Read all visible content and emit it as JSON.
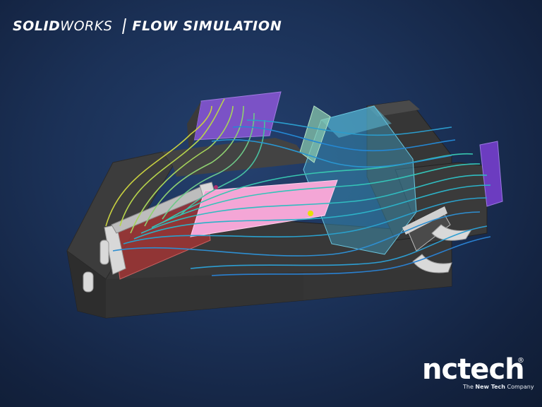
{
  "header": {
    "brand_bold": "SOLID",
    "brand_light": "WORKS",
    "product": "FLOW SIMULATION"
  },
  "logo": {
    "name": "nctech",
    "registered": "®",
    "tagline_pre": "The ",
    "tagline_bold": "New Tech",
    "tagline_post": " Company"
  },
  "colors": {
    "background": "#1b3157",
    "body_gray": "#3a3a3a",
    "panel_pink": "#f2a2d2",
    "inlet_purple": "#7a50c0",
    "duct_blue": "#4aa8c8",
    "filter_red": "#a83a3a",
    "streamline_yellow": "#c8d040",
    "streamline_teal": "#30c0c0",
    "streamline_blue": "#2a7cd0"
  },
  "icons": [
    "solidworks-logo",
    "nctech-logo",
    "flow-simulation-model"
  ]
}
